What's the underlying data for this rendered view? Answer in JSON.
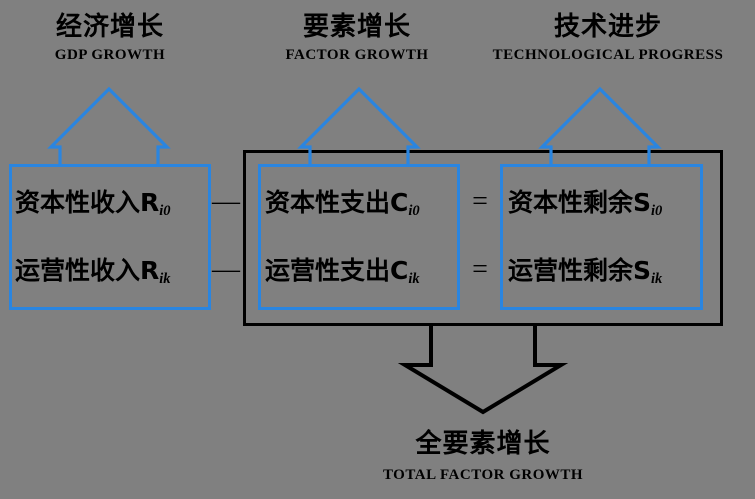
{
  "diagram": {
    "background_color": "#808080",
    "accent_blue": "#2a85e0",
    "outline_black": "#000000",
    "columns": [
      {
        "cn": "经济增长",
        "en": "GDP GROWTH"
      },
      {
        "cn": "要素增长",
        "en": "FACTOR GROWTH"
      },
      {
        "cn": "技术进步",
        "en": "TECHNOLOGICAL  PROGRESS"
      }
    ],
    "rows": [
      {
        "income": {
          "text": "资本性收入R",
          "sub": "i0"
        },
        "operator_1": "—",
        "cost": {
          "text": "资本性支出C",
          "sub": "i0"
        },
        "operator_2": "=",
        "surplus": {
          "text": "资本性剩余S",
          "sub": "i0"
        }
      },
      {
        "income": {
          "text": "运营性收入R",
          "sub": "ik"
        },
        "operator_1": "—",
        "cost": {
          "text": "运营性支出C",
          "sub": "ik"
        },
        "operator_2": "=",
        "surplus": {
          "text": "运营性剩余S",
          "sub": "ik"
        }
      }
    ],
    "result": {
      "cn": "全要素增长",
      "en": "TOTAL FACTOR GROWTH"
    }
  }
}
